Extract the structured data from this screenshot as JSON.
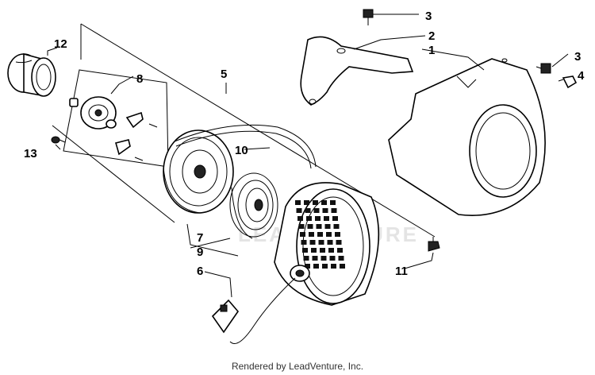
{
  "watermark": "LEADVENTURE",
  "footer": "Rendered by LeadVenture, Inc.",
  "callouts": {
    "c1": "1",
    "c2": "2",
    "c3a": "3",
    "c3b": "3",
    "c4": "4",
    "c5": "5",
    "c6": "6",
    "c7": "7",
    "c8": "8",
    "c9": "9",
    "c10": "10",
    "c11": "11",
    "c12": "12",
    "c13": "13"
  }
}
